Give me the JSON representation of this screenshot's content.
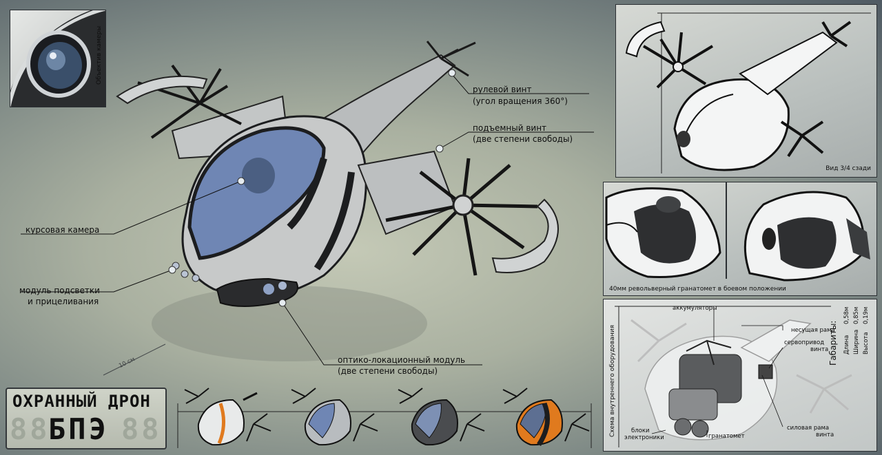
{
  "labels": {
    "camera_lens": "Объектив камеры",
    "tail_rotor": "рулевой винт",
    "tail_rotor_note": "(угол вращения 360°)",
    "lift_rotor": "подъемный винт",
    "lift_rotor_note": "(две степени свободы)",
    "course_camera": "курсовая камера",
    "light_module_1": "модуль подсветки",
    "light_module_2": "и прицеливания",
    "optic_module": "оптико-локационный модуль",
    "optic_module_note": "(две степени свободы)",
    "scale": "10 см"
  },
  "title": {
    "line1": "ОХРАННЫЙ ДРОН",
    "line2": "БПЭ",
    "ghost": "88"
  },
  "views": {
    "rear_view": "Вид 3/4 сзади",
    "grenade_caption": "40мм револьверный гранатомет в боевом положении"
  },
  "schema": {
    "title": "Схема внутреннего оборудования",
    "batteries": "аккумуляторы",
    "frame": "несущая рама",
    "servo_1": "сервопривод",
    "servo_2": "винта",
    "power_frame_1": "силовая рама",
    "power_frame_2": "винта",
    "electronics_1": "блоки",
    "electronics_2": "электроники",
    "launcher": "гранатомет"
  },
  "dimensions": {
    "title": "Габариты:",
    "length_label": "Длина",
    "width_label": "Ширина",
    "height_label": "Высота",
    "length_value": "0,58м",
    "width_value": "0,85м",
    "height_value": "0,19м"
  },
  "colors": {
    "drone_body": "#c7c9c9",
    "drone_dark": "#1c1d1f",
    "canopy": "#6f86b4",
    "variant_orange": "#e07a1e",
    "variant_silver": "#b8bcbf",
    "variant_dark": "#4a4c4f"
  }
}
